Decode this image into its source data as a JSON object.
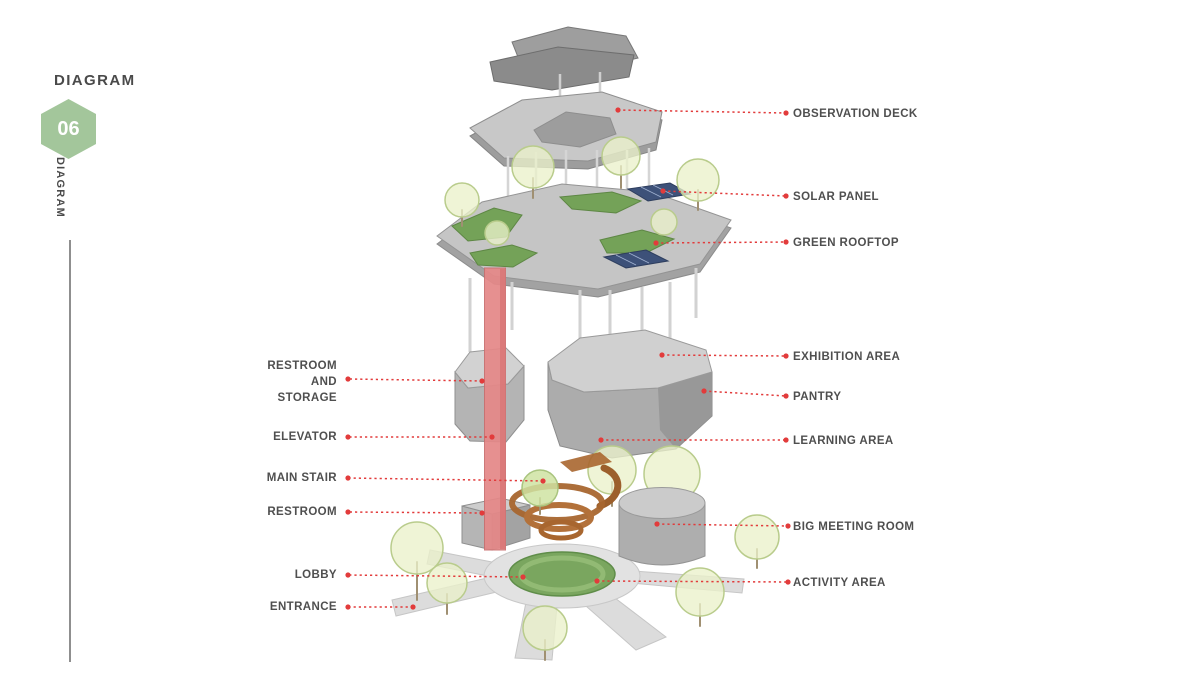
{
  "header": {
    "title": "DIAGRAM",
    "badge": "06",
    "vertical_title": "DIAGRAM"
  },
  "labels": {
    "right": [
      "OBSERVATION DECK",
      "SOLAR PANEL",
      "GREEN ROOFTOP",
      "EXHIBITION AREA",
      "PANTRY",
      "LEARNING AREA",
      "BIG MEETING ROOM",
      "ACTIVITY AREA"
    ],
    "left": [
      "RESTROOM AND STORAGE",
      "ELEVATOR",
      "MAIN STAIR",
      "RESTROOM",
      "LOBBY",
      "ENTRANCE"
    ]
  },
  "colors": {
    "leader_red": "#e23b3b",
    "badge_green": "#a3c69b",
    "label_text": "#4f4f4f",
    "roof_green": "#74a258",
    "solar_blue": "#3d5179",
    "elevator_red": "#e58888"
  }
}
